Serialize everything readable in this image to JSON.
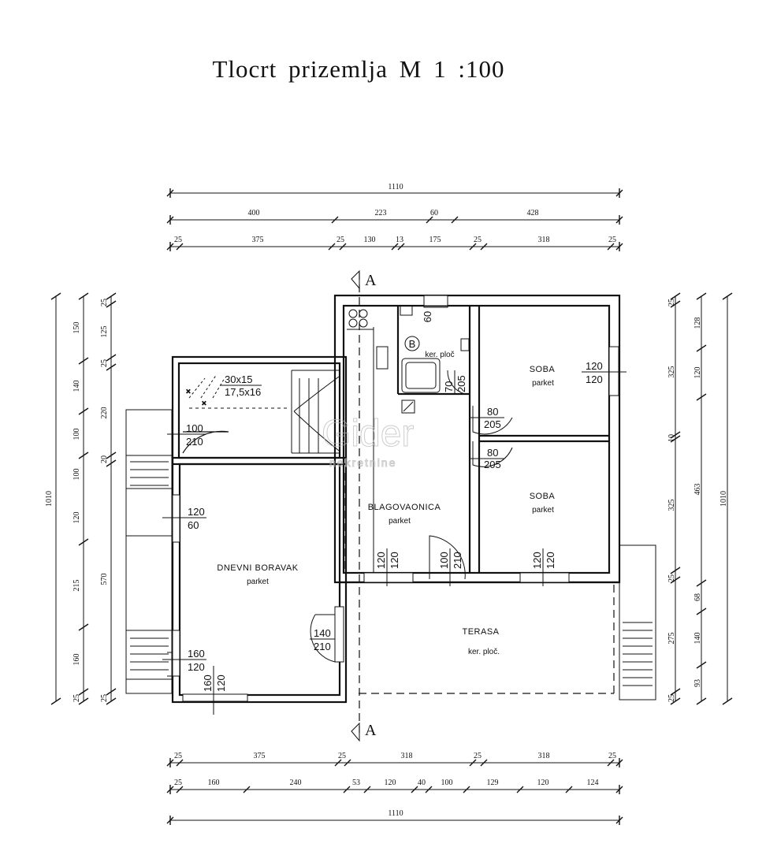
{
  "title": "Tlocrt  prizemlja   M 1 :100",
  "watermark": {
    "main": "Gider",
    "sub": "nekretnine"
  },
  "section_marks": {
    "top": "A",
    "bottom": "A"
  },
  "rooms": {
    "dnevni": {
      "name": "DNEVNI BORAVAK",
      "floor": "parket"
    },
    "blagovaonica": {
      "name": "BLAGOVAONICA",
      "floor": "parket"
    },
    "soba1": {
      "name": "SOBA",
      "floor": "parket"
    },
    "soba2": {
      "name": "SOBA",
      "floor": "parket"
    },
    "terasa": {
      "name": "TERASA",
      "floor": "ker. ploč."
    },
    "kupaona": {
      "symbol": "B",
      "floor": "ker. ploč"
    }
  },
  "stairs": {
    "line1": "30x15",
    "line2": "17,5x16"
  },
  "openings": {
    "d_stair": [
      "100",
      "210"
    ],
    "w_living_left": [
      "120",
      "60"
    ],
    "w_living_lower": [
      "160",
      "120"
    ],
    "w_living_bottom": [
      "160",
      "120"
    ],
    "d_terrace_left": [
      "140",
      "210"
    ],
    "w_dining": [
      "120",
      "120"
    ],
    "d_dining": [
      "100",
      "210"
    ],
    "w_soba2_bottom": [
      "120",
      "120"
    ],
    "w_soba1_right": [
      "120",
      "120"
    ],
    "d_bath": [
      "70",
      "205"
    ],
    "d_soba1": [
      "80",
      "205"
    ],
    "d_soba2": [
      "80",
      "205"
    ],
    "bath_fixture": "60"
  },
  "dims": {
    "top1": [
      "1110"
    ],
    "top2": [
      "400",
      "223",
      "60",
      "428"
    ],
    "top3": [
      "25",
      "375",
      "25",
      "130",
      "13",
      "175",
      "25",
      "318",
      "25"
    ],
    "bottom1": [
      "25",
      "375",
      "25",
      "318",
      "25",
      "318",
      "25"
    ],
    "bottom2": [
      "25",
      "160",
      "240",
      "53",
      "120",
      "40",
      "100",
      "129",
      "120",
      "124"
    ],
    "bottom3": [
      "1110"
    ],
    "left_outer": [
      "1010"
    ],
    "left_mid": [
      "150",
      "140",
      "100",
      "120",
      "215",
      "160",
      "25"
    ],
    "left_inner": [
      "25",
      "125",
      "25",
      "220",
      "20",
      "100",
      "570",
      "25"
    ],
    "right_inner": [
      "25",
      "325",
      "10",
      "325",
      "25",
      "275",
      "25"
    ],
    "right_mid": [
      "128",
      "120",
      "463",
      "68",
      "140",
      "93"
    ],
    "right_outer": [
      "1010"
    ]
  }
}
